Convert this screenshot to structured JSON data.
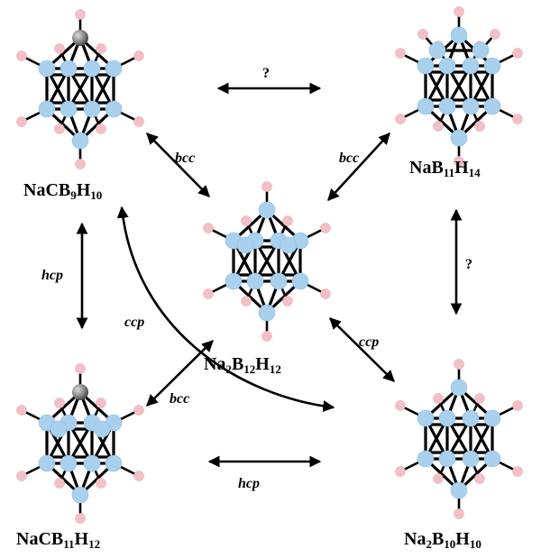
{
  "compounds": {
    "nacb9h10": {
      "name": "NaCB",
      "sub1": "9",
      "mid": "H",
      "sub2": "10"
    },
    "nab11h14": {
      "name": "NaB",
      "sub1": "11",
      "mid": "H",
      "sub2": "14"
    },
    "na2b12h12": {
      "name": "Na",
      "s0": "2",
      "b": "B",
      "sub1": "12",
      "mid": "H",
      "sub2": "12"
    },
    "nacb11h12": {
      "name": "NaCB",
      "sub1": "11",
      "mid": "H",
      "sub2": "12"
    },
    "na2b10h10": {
      "name": "Na",
      "s0": "2",
      "b": "B",
      "sub1": "10",
      "mid": "H",
      "sub2": "10"
    }
  },
  "edges": {
    "top_question": "?",
    "left_bcc": "bcc",
    "right_bcc": "bcc",
    "left_hcp": "hcp",
    "right_question": "?",
    "ccp_curve": "ccp",
    "ccp_right": "ccp",
    "bottom_left_bcc": "bcc",
    "bottom_hcp": "hcp"
  },
  "colors": {
    "boron": "#a9d1ee",
    "hydrogen": "#f2c1c8",
    "carbon": "#8a8a8a",
    "bond": "#000000"
  }
}
